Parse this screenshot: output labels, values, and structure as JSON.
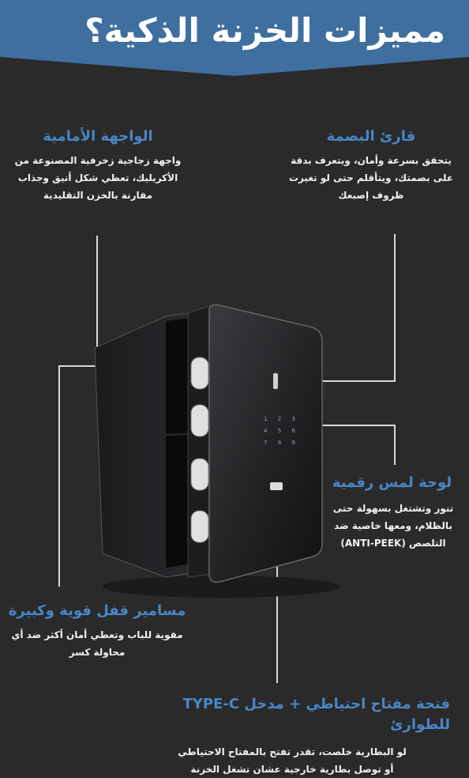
{
  "banner": {
    "title": "مميزات الخزنة الذكية؟",
    "color": "#3f6f9f"
  },
  "features": {
    "fingerprint": {
      "title": "قارئ البصمة",
      "lines": [
        "يتحقق بسرعة وأمان، ويتعرف بدقة",
        "على بصمتك، ويتأقلم حتى لو تغيرت",
        "ظروف إصبعك"
      ]
    },
    "front": {
      "title": "الواجهة الأمامية",
      "lines": [
        "واجهة زجاجية زخرفية المصنوعة من",
        "الأكريليك، تعطي شكل أنيق وجذاب",
        "مقارنة بالخزن التقليدية"
      ]
    },
    "touchpad": {
      "title": "لوحة لمس رقمية",
      "lines": [
        "تنور وتشتغل بسهولة حتى",
        "بالظلام، ومعها خاصية ضد",
        "التلصص (ANTI-PEEK)"
      ]
    },
    "bolts": {
      "title": "مسامير قفل قوية وكبيرة",
      "lines": [
        "مقوية للباب وتعطي أمان أكثر ضد أي",
        "محاولة كسر"
      ]
    },
    "backup": {
      "title": "فتحة مفتاح احتياطي + مدخل TYPE-C للطوارئ",
      "lines": [
        "لو البطارية خلصت، تقدر تفتح بالمفتاح الاحتياطي",
        "أو توصل بطارية خارجية عشان تشغل الخزنة"
      ]
    },
    "accent_color": "#4a86c5"
  },
  "keypad": {
    "rows": [
      [
        "1",
        "2",
        "3"
      ],
      [
        "4",
        "5",
        "6"
      ],
      [
        "7",
        "8",
        "9"
      ]
    ]
  }
}
